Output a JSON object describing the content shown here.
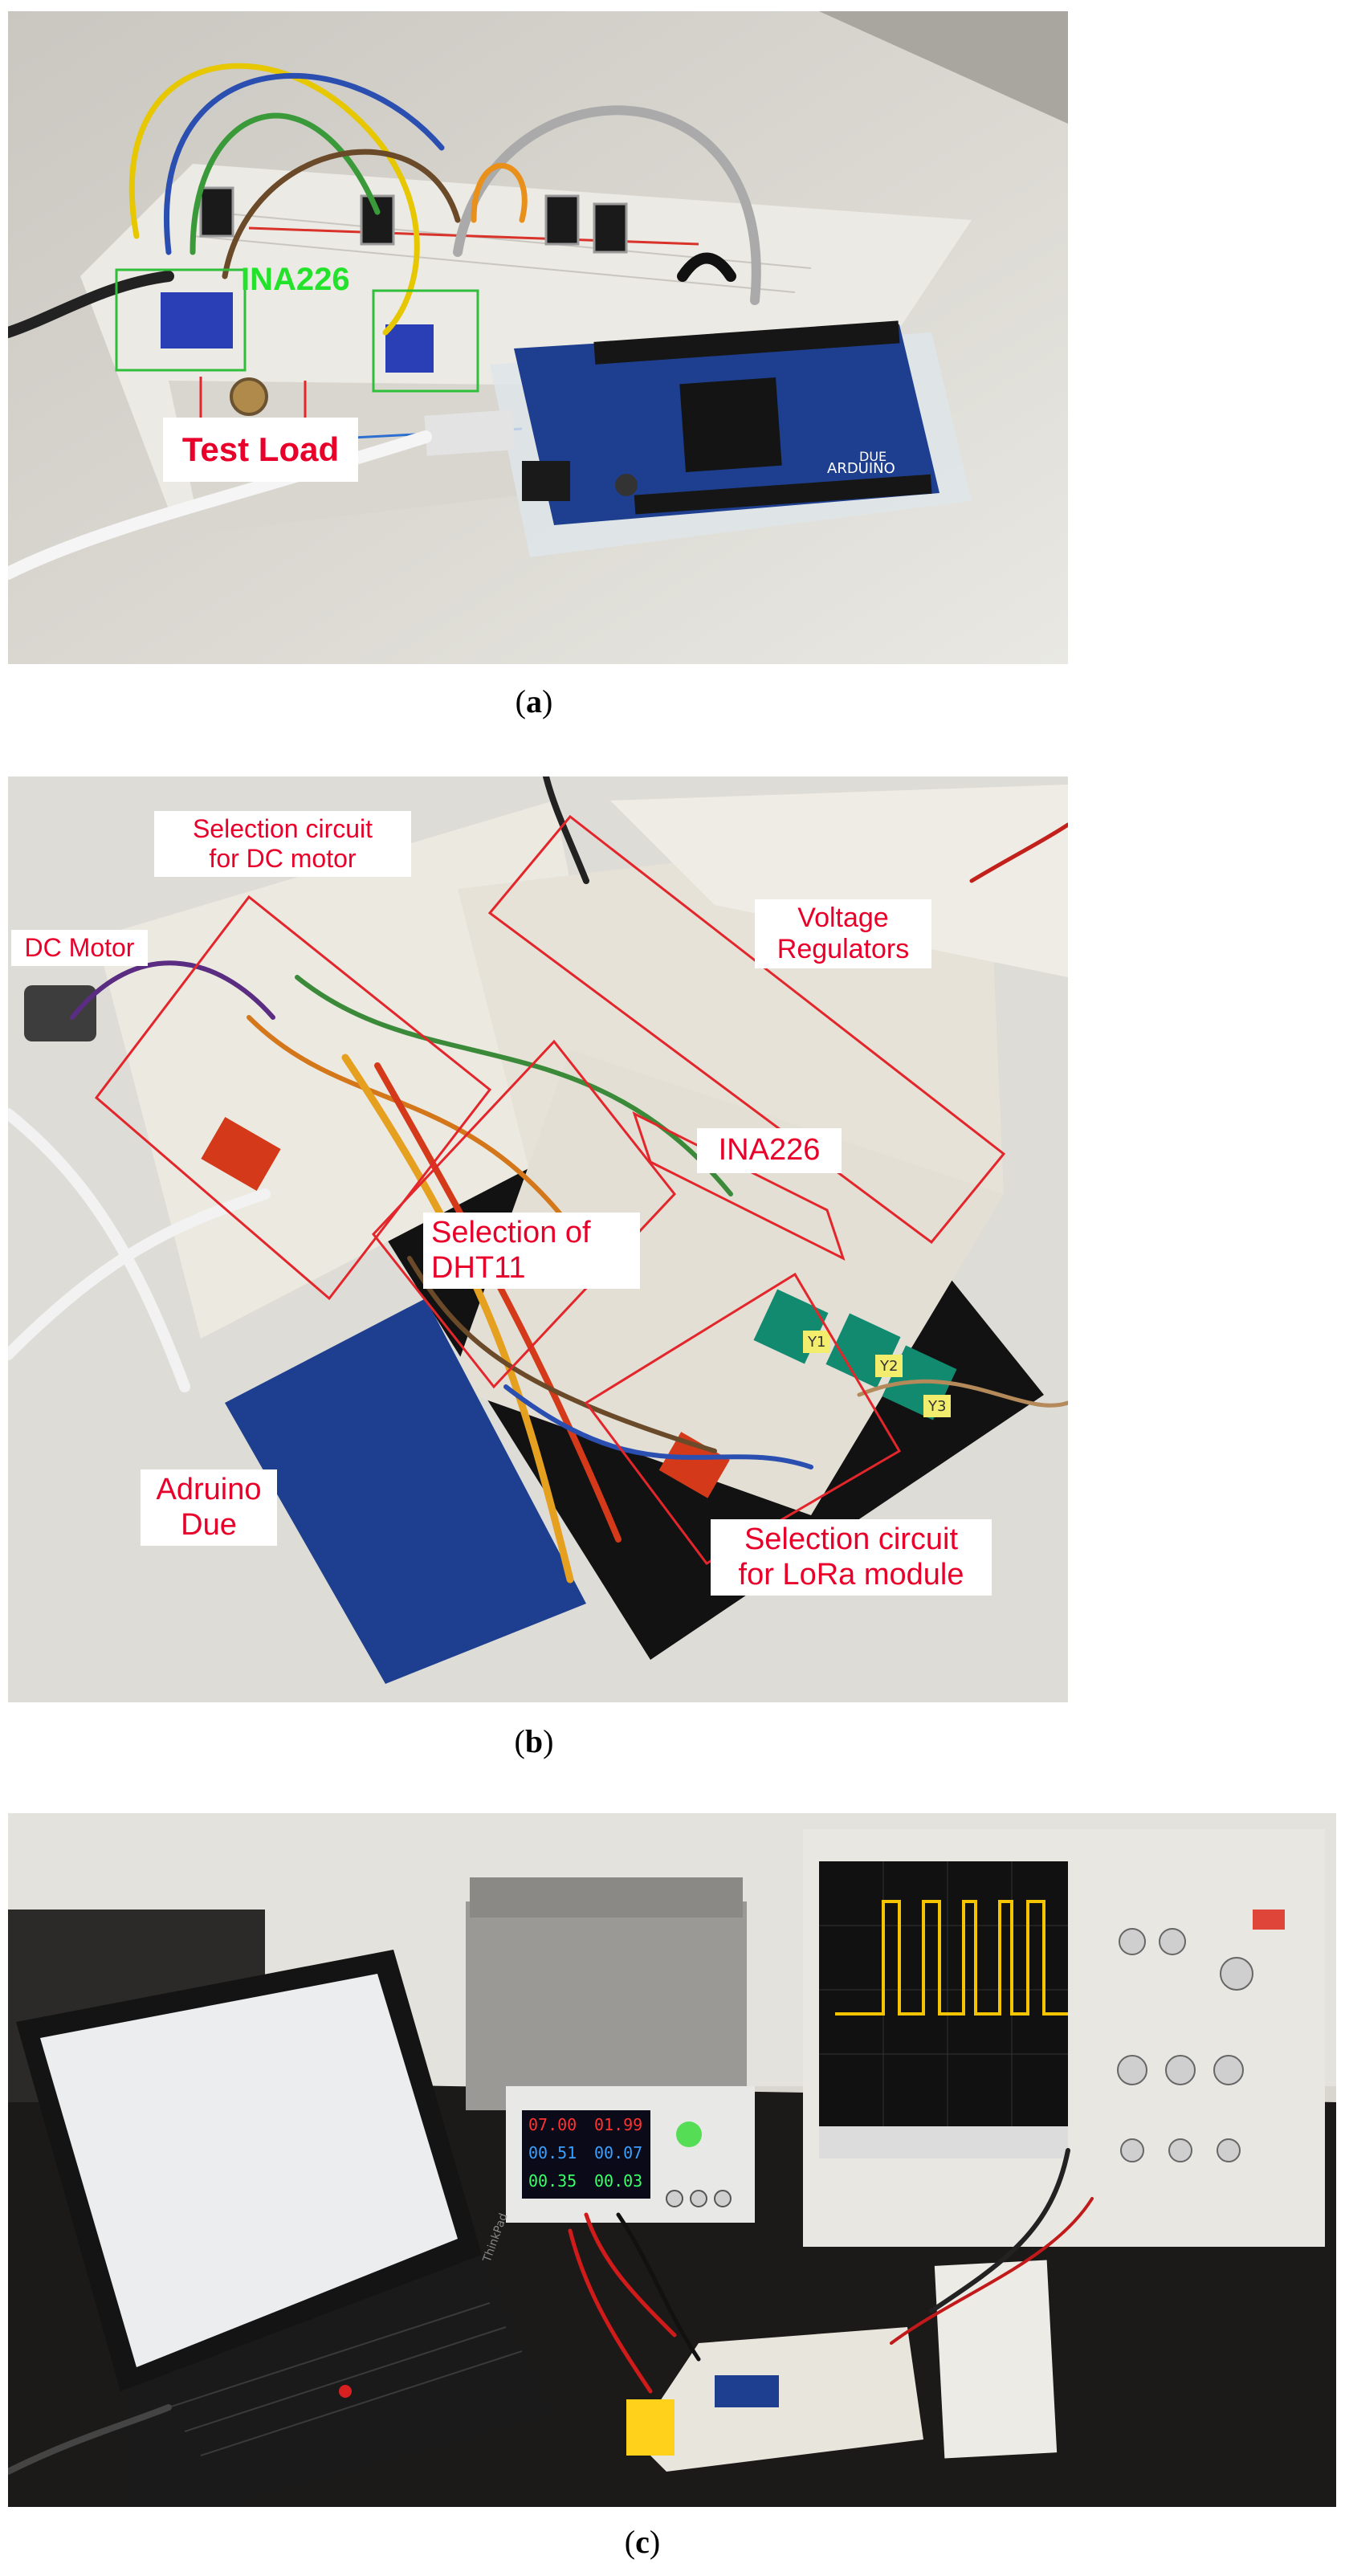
{
  "captions": {
    "a": "a",
    "b": "b",
    "c": "c"
  },
  "panel_a": {
    "labels": {
      "ina226": "INA226",
      "test_load": "Test Load"
    },
    "board_print": {
      "brand": "ARDUINO",
      "model": "DUE"
    }
  },
  "panel_b": {
    "labels": {
      "selection_dc_motor": "Selection circuit\nfor DC motor",
      "dc_motor": "DC Motor",
      "voltage_regulators": "Voltage\nRegulators",
      "ina226": "INA226",
      "selection_dht11": "Selection of\nDHT11",
      "arduino_due": "Adruino\nDue",
      "selection_lora": "Selection circuit\nfor LoRa module"
    },
    "module_tags": [
      "Y1",
      "Y2",
      "Y3"
    ]
  },
  "panel_c": {
    "psu_readouts": [
      "07.00",
      "01.99",
      "00.51",
      "00.07",
      "00.35",
      "00.03"
    ],
    "laptop_brand": "ThinkPad"
  },
  "colors": {
    "label_red": "#e8002a",
    "label_green": "#22e32a",
    "box_red": "#e3262b",
    "box_green": "#2fbf3b",
    "board_blue": "#1e3f8f",
    "scope_trace": "#f5c400"
  }
}
